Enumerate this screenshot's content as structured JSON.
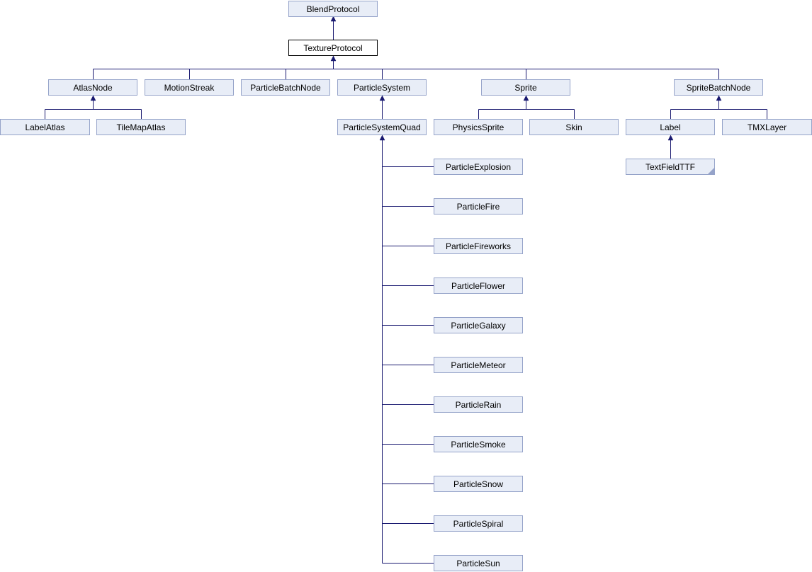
{
  "diagram": {
    "type": "class-inheritance-graph",
    "colors": {
      "node_fill": "#E8EDF7",
      "node_border": "#95A3C9",
      "current_fill": "#FFFFFF",
      "current_border": "#000000",
      "edge": "#191970",
      "text": "#000000",
      "background": "#FFFFFF"
    },
    "nodes": [
      {
        "label": "BlendProtocol",
        "parent": null,
        "role": "ancestor"
      },
      {
        "label": "TextureProtocol",
        "parent": "BlendProtocol",
        "role": "current"
      },
      {
        "label": "AtlasNode",
        "parent": "TextureProtocol",
        "role": "descendant"
      },
      {
        "label": "MotionStreak",
        "parent": "TextureProtocol",
        "role": "descendant"
      },
      {
        "label": "ParticleBatchNode",
        "parent": "TextureProtocol",
        "role": "descendant"
      },
      {
        "label": "ParticleSystem",
        "parent": "TextureProtocol",
        "role": "descendant"
      },
      {
        "label": "Sprite",
        "parent": "TextureProtocol",
        "role": "descendant"
      },
      {
        "label": "SpriteBatchNode",
        "parent": "TextureProtocol",
        "role": "descendant"
      },
      {
        "label": "LabelAtlas",
        "parent": "AtlasNode",
        "role": "descendant"
      },
      {
        "label": "TileMapAtlas",
        "parent": "AtlasNode",
        "role": "descendant"
      },
      {
        "label": "ParticleSystemQuad",
        "parent": "ParticleSystem",
        "role": "descendant"
      },
      {
        "label": "PhysicsSprite",
        "parent": "Sprite",
        "role": "descendant"
      },
      {
        "label": "Skin",
        "parent": "Sprite",
        "role": "descendant"
      },
      {
        "label": "Label",
        "parent": "SpriteBatchNode",
        "role": "descendant"
      },
      {
        "label": "TMXLayer",
        "parent": "SpriteBatchNode",
        "role": "descendant"
      },
      {
        "label": "TextFieldTTF",
        "parent": "Label",
        "role": "descendant",
        "truncated": true
      },
      {
        "label": "ParticleExplosion",
        "parent": "ParticleSystemQuad",
        "role": "descendant"
      },
      {
        "label": "ParticleFire",
        "parent": "ParticleSystemQuad",
        "role": "descendant"
      },
      {
        "label": "ParticleFireworks",
        "parent": "ParticleSystemQuad",
        "role": "descendant"
      },
      {
        "label": "ParticleFlower",
        "parent": "ParticleSystemQuad",
        "role": "descendant"
      },
      {
        "label": "ParticleGalaxy",
        "parent": "ParticleSystemQuad",
        "role": "descendant"
      },
      {
        "label": "ParticleMeteor",
        "parent": "ParticleSystemQuad",
        "role": "descendant"
      },
      {
        "label": "ParticleRain",
        "parent": "ParticleSystemQuad",
        "role": "descendant"
      },
      {
        "label": "ParticleSmoke",
        "parent": "ParticleSystemQuad",
        "role": "descendant"
      },
      {
        "label": "ParticleSnow",
        "parent": "ParticleSystemQuad",
        "role": "descendant"
      },
      {
        "label": "ParticleSpiral",
        "parent": "ParticleSystemQuad",
        "role": "descendant"
      },
      {
        "label": "ParticleSun",
        "parent": "ParticleSystemQuad",
        "role": "descendant"
      }
    ]
  }
}
